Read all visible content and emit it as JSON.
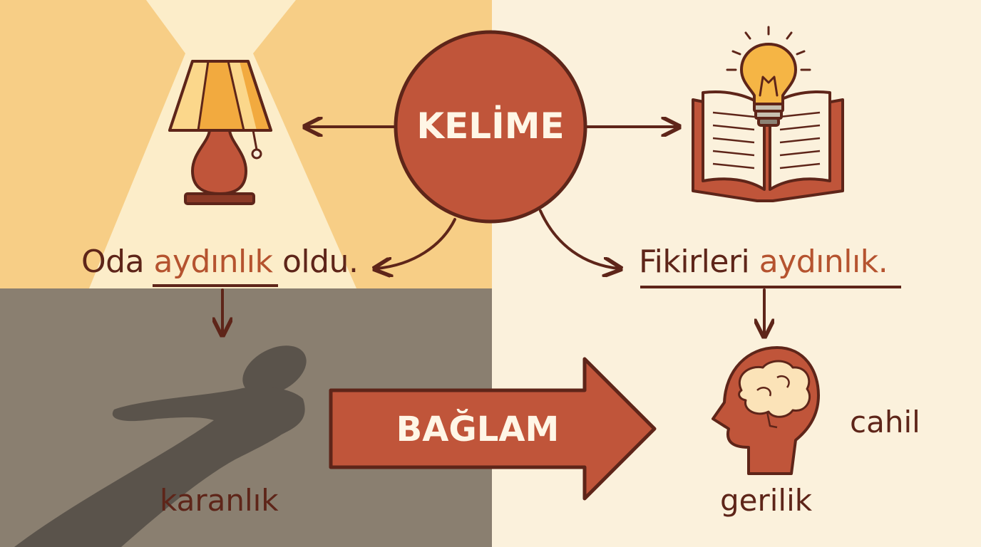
{
  "center": {
    "word": "KELİME"
  },
  "left": {
    "sentence_prefix": "Oda ",
    "sentence_highlight": "aydınlık",
    "sentence_suffix": " oldu.",
    "opposite": "karanlık"
  },
  "right": {
    "sentence_prefix": "Fikirleri ",
    "sentence_highlight": "aydınlık.",
    "opposite_1": "cahil",
    "opposite_2": "gerilik"
  },
  "context_arrow": {
    "label": "BAĞLAM"
  },
  "icons": [
    "lamp-icon",
    "book-icon",
    "lightbulb-icon",
    "head-icon",
    "brain-icon",
    "shadow-figure-icon"
  ],
  "colors": {
    "primary": "#c0553a",
    "outline": "#5e2519",
    "text_highlight": "#b5532f",
    "light_left": "#f7ce86",
    "light_right": "#fbf1dc",
    "dark_left": "#8a7f70"
  }
}
